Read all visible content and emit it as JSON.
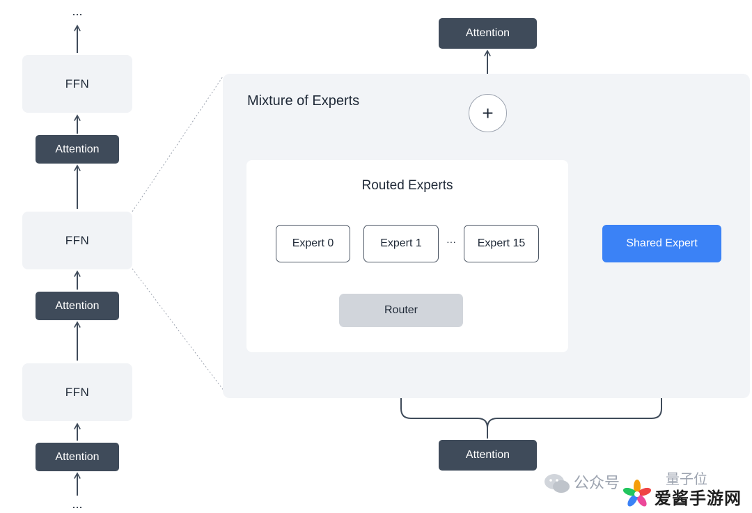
{
  "left_stack": {
    "top_ellipsis": "...",
    "bottom_ellipsis": "...",
    "ffn_label": "FFN",
    "attention_label": "Attention"
  },
  "moe": {
    "title": "Mixture of Experts",
    "plus_symbol": "+",
    "top_attention": "Attention",
    "bottom_attention": "Attention",
    "routed": {
      "title": "Routed Experts",
      "experts": [
        "Expert 0",
        "Expert 1",
        "Expert 15"
      ],
      "ellipsis": "···",
      "router": "Router"
    },
    "shared_expert": "Shared Expert"
  },
  "watermark": {
    "wechat_text": "公众号",
    "account_text": "量子位",
    "brand_text": "爱酱手游网"
  },
  "colors": {
    "dark_box": "#3f4b5a",
    "light_box": "#f1f3f6",
    "shared_expert": "#3b82f6",
    "router": "#d1d5db",
    "line": "#3f4b5a"
  }
}
